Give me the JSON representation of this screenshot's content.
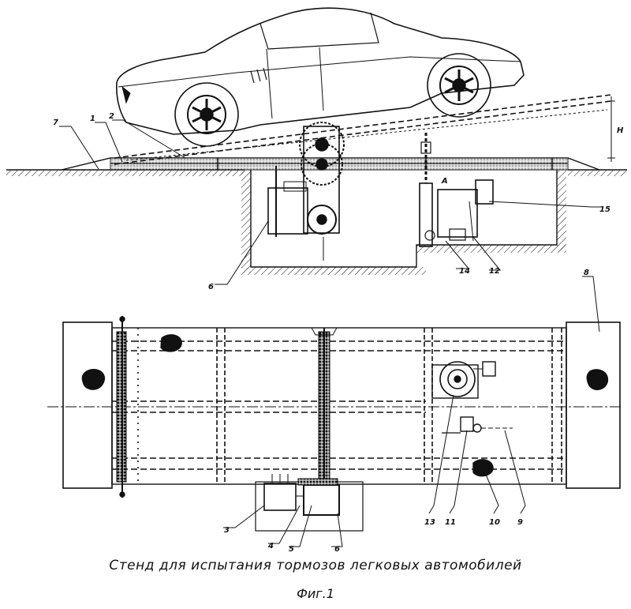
{
  "drawing": {
    "caption": "Стенд для испытания тормозов легковых автомобилей",
    "figure_label": "Фиг.1",
    "letter_a": "A",
    "height_mark": "H",
    "callouts": [
      {
        "id": "c7",
        "text": "7"
      },
      {
        "id": "c1",
        "text": "1"
      },
      {
        "id": "c2",
        "text": "2"
      },
      {
        "id": "c6top",
        "text": "6"
      },
      {
        "id": "c14",
        "text": "14"
      },
      {
        "id": "c12",
        "text": "12"
      },
      {
        "id": "c15",
        "text": "15"
      },
      {
        "id": "c8",
        "text": "8"
      },
      {
        "id": "c3",
        "text": "3"
      },
      {
        "id": "c4",
        "text": "4"
      },
      {
        "id": "c5",
        "text": "5"
      },
      {
        "id": "c6bot",
        "text": "6"
      },
      {
        "id": "c13",
        "text": "13"
      },
      {
        "id": "c11",
        "text": "11"
      },
      {
        "id": "c10",
        "text": "10"
      },
      {
        "id": "c9",
        "text": "9"
      }
    ],
    "colors": {
      "ink": "#111111",
      "paper": "#ffffff"
    }
  }
}
